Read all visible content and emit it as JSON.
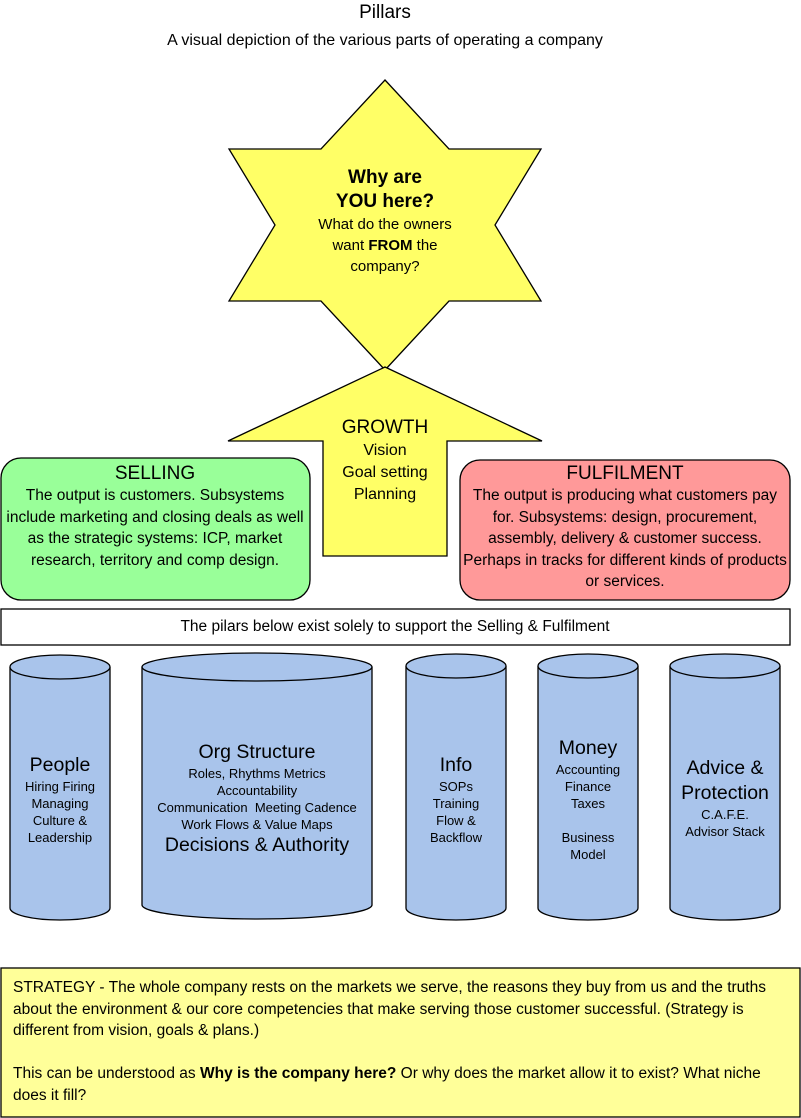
{
  "header": {
    "title": "Pillars",
    "subtitle": "A visual depiction of the various parts of operating a company"
  },
  "star": {
    "heading_line1": "Why are",
    "heading_line2": "YOU here?",
    "body_line1": "What do the owners",
    "body_line2_pre": "want ",
    "body_line2_bold": "FROM",
    "body_line2_post": " the",
    "body_line3": "company?"
  },
  "growth": {
    "heading": "GROWTH",
    "items": [
      "Vision",
      "Goal setting",
      "Planning"
    ]
  },
  "selling": {
    "heading": "SELLING",
    "body": "The output is customers. Subsystems include marketing and closing deals as well as the strategic systems: ICP, market research, territory and comp design."
  },
  "fulfilment": {
    "heading": "FULFILMENT",
    "body": "The output is producing what customers pay for. Subsystems: design, procurement, assembly, delivery & customer success. Perhaps in tracks for different kinds of products or services."
  },
  "banner": {
    "text": "The pilars below exist solely to support the Selling & Fulfilment"
  },
  "pillars": {
    "people": {
      "heading": "People",
      "lines": [
        "Hiring Firing",
        "Managing",
        "Culture &",
        "Leadership"
      ]
    },
    "org": {
      "heading": "Org Structure",
      "lines": [
        "Roles, Rhythms Metrics",
        "Accountability",
        "Communication  Meeting Cadence",
        "Work Flows & Value Maps"
      ],
      "footer": "Decisions & Authority"
    },
    "info": {
      "heading": "Info",
      "lines": [
        "SOPs",
        "Training",
        "Flow &",
        "Backflow"
      ]
    },
    "money": {
      "heading": "Money",
      "lines": [
        "Accounting",
        "Finance",
        "Taxes",
        "",
        "Business",
        "Model"
      ]
    },
    "advice": {
      "heading_line1": "Advice &",
      "heading_line2": "Protection",
      "lines": [
        "C.A.F.E.",
        "Advisor Stack"
      ]
    }
  },
  "strategy": {
    "label": "STRATEGY -",
    "body": " The whole company rests on the markets we serve, the reasons they buy from us and the truths about the environment & our core competencies that make serving those customer successful. (Strategy is different from vision, goals & plans.)",
    "q_pre": "This can be understood as ",
    "q_bold": "Why is the company here?",
    "q_post": " Or why does the market allow it to exist? What niche does it fill?"
  },
  "colors": {
    "star_fill": "#ffff66",
    "selling_fill": "#99ff99",
    "fulfilment_fill": "#ff9999",
    "pillar_fill": "#a9c4eb",
    "strategy_fill": "#ffff99"
  }
}
